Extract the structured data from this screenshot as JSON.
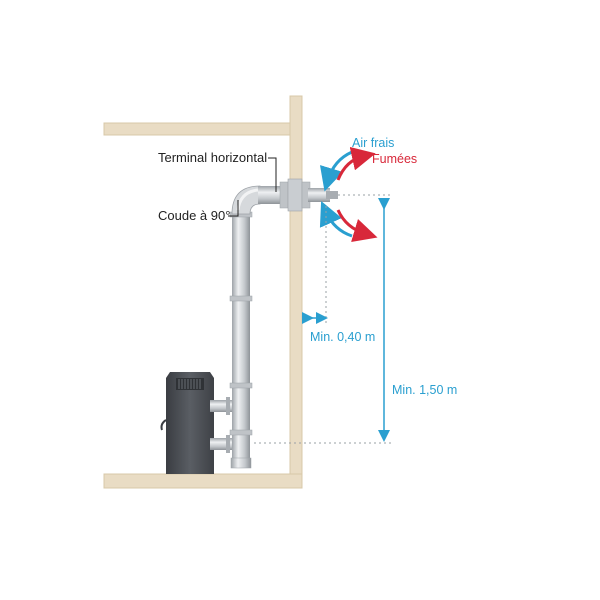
{
  "labels": {
    "terminal": "Terminal horizontal",
    "elbow": "Coude à 90°",
    "fresh_air": "Air frais",
    "fumes": "Fumées",
    "min_horizontal": "Min. 0,40 m",
    "min_vertical": "Min. 1,50 m"
  },
  "colors": {
    "wall": "#e9dcc4",
    "wall_edge": "#d8c8a8",
    "pipe_light": "#e6e8ea",
    "pipe_mid": "#b9bdc1",
    "pipe_dark": "#8e9398",
    "stove": "#4a4d52",
    "fresh_air_arrow": "#2a9fd0",
    "fumes_arrow": "#d8283a",
    "dimension": "#2a9fd0"
  }
}
